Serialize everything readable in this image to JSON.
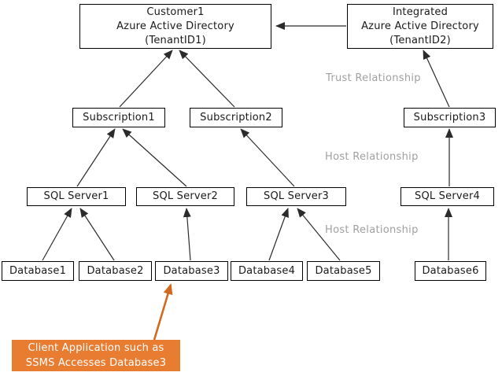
{
  "diagram": {
    "tenants": [
      {
        "id": "customer1-aad",
        "lines": [
          "Customer1",
          "Azure Active Directory",
          "(TenantID1)"
        ]
      },
      {
        "id": "integrated-aad",
        "lines": [
          "Integrated",
          "Azure Active Directory",
          "(TenantID2)"
        ]
      }
    ],
    "subscriptions": [
      {
        "label": "Subscription1"
      },
      {
        "label": "Subscription2"
      },
      {
        "label": "Subscription3"
      }
    ],
    "sql_servers": [
      {
        "label": "SQL Server1"
      },
      {
        "label": "SQL Server2"
      },
      {
        "label": "SQL Server3"
      },
      {
        "label": "SQL Server4"
      }
    ],
    "databases": [
      {
        "label": "Database1"
      },
      {
        "label": "Database2"
      },
      {
        "label": "Database3"
      },
      {
        "label": "Database4"
      },
      {
        "label": "Database5"
      },
      {
        "label": "Database6"
      }
    ],
    "relationship_labels": {
      "trust": "Trust Relationship",
      "host_upper": "Host Relationship",
      "host_lower": "Host Relationship"
    },
    "callout": {
      "lines": [
        "Client Application such as",
        "SSMS Accesses Database3"
      ]
    },
    "edges": [
      {
        "from": "integrated-aad",
        "to": "customer1-aad"
      },
      {
        "from": "subscription1",
        "to": "customer1-aad"
      },
      {
        "from": "subscription2",
        "to": "customer1-aad"
      },
      {
        "from": "subscription3",
        "to": "integrated-aad"
      },
      {
        "from": "sql-server1",
        "to": "subscription1"
      },
      {
        "from": "sql-server2",
        "to": "subscription1"
      },
      {
        "from": "sql-server3",
        "to": "subscription2"
      },
      {
        "from": "sql-server4",
        "to": "subscription3"
      },
      {
        "from": "database1",
        "to": "sql-server1"
      },
      {
        "from": "database2",
        "to": "sql-server1"
      },
      {
        "from": "database3",
        "to": "sql-server2"
      },
      {
        "from": "database4",
        "to": "sql-server3"
      },
      {
        "from": "database5",
        "to": "sql-server3"
      },
      {
        "from": "database6",
        "to": "sql-server4"
      },
      {
        "from": "client-application-callout",
        "to": "database3"
      }
    ],
    "colors": {
      "box_bg": "#ffffff",
      "box_border": "#000000",
      "arrow": "#2b2b2b",
      "label_gray": "#a0a0a0",
      "callout_bg": "#e87c31",
      "callout_text": "#ffffff",
      "callout_arrow": "#d2691e"
    }
  }
}
